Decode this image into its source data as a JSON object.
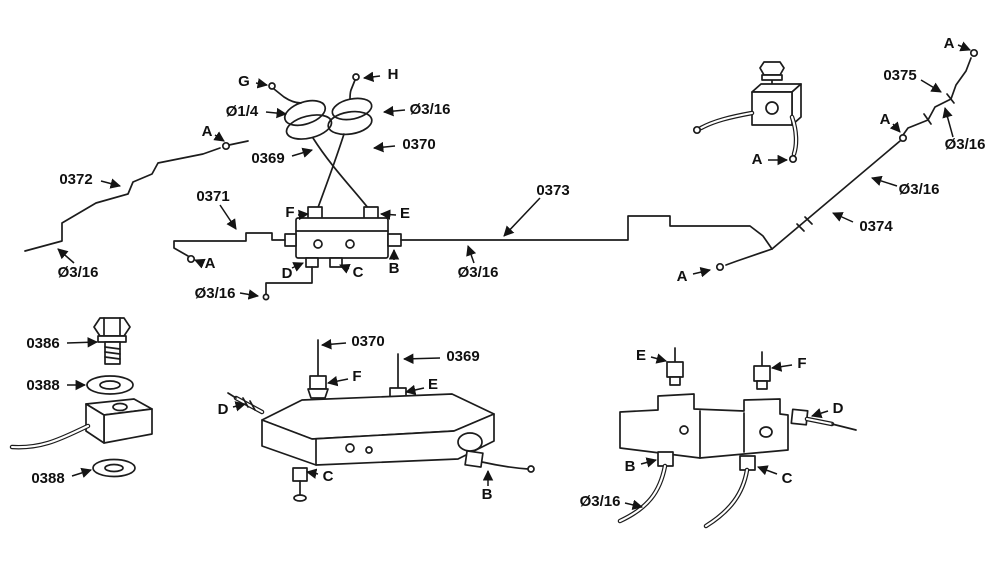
{
  "colors": {
    "background": "#ffffff",
    "ink": "#1c1c1c"
  },
  "labels": {
    "g": "G",
    "h": "H",
    "dia_1_4": "Ø1/4",
    "dia_3_16_top": "Ø3/16",
    "a_0372": "A",
    "n0369": "0369",
    "n0370": "0370",
    "n0372": "0372",
    "n0371": "0371",
    "f_top": "F",
    "e_top": "E",
    "n0373": "0373",
    "a_top_right": "A",
    "n0375": "0375",
    "a_0375": "A",
    "dia_3_16_r1": "Ø3/16",
    "a_hose": "A",
    "dia_3_16_r2": "Ø3/16",
    "n0374": "0374",
    "dia_3_16_left": "Ø3/16",
    "a_0371": "A",
    "d_top": "D",
    "c_top": "C",
    "b_top": "B",
    "dia_3_16_d": "Ø3/16",
    "dia_3_16_mid": "Ø3/16",
    "a_0374": "A",
    "n0386": "0386",
    "n0388_a": "0388",
    "n0388_b": "0388",
    "n0370_b": "0370",
    "n0369_b": "0369",
    "f_mid": "F",
    "e_mid": "E",
    "d_mid": "D",
    "c_mid": "C",
    "b_mid": "B",
    "e_br": "E",
    "f_br": "F",
    "d_br": "D",
    "b_br": "B",
    "c_br": "C",
    "dia_3_16_br": "Ø3/16"
  }
}
